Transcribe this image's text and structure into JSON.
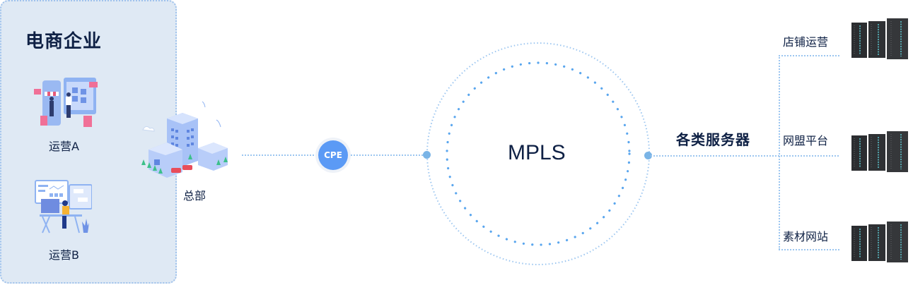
{
  "enterprise": {
    "title": "电商企业",
    "ops": [
      {
        "label": "运营A",
        "icon": "online-shop-illustration"
      },
      {
        "label": "运营B",
        "icon": "office-worker-illustration"
      }
    ]
  },
  "headquarters": {
    "label": "总部",
    "icon": "office-building-illustration"
  },
  "cpe": {
    "label": "CPE"
  },
  "network": {
    "label": "MPLS"
  },
  "servers": {
    "title": "各类服务器",
    "items": [
      {
        "label": "店铺运营",
        "icon": "server-rack-icon"
      },
      {
        "label": "网盟平台",
        "icon": "server-rack-icon"
      },
      {
        "label": "素材网站",
        "icon": "server-rack-icon"
      }
    ]
  },
  "colors": {
    "panel_bg": "#dfe9f4",
    "accent": "#5b9af5",
    "dotted_line": "#9cc6f0",
    "text": "#0f2145"
  }
}
